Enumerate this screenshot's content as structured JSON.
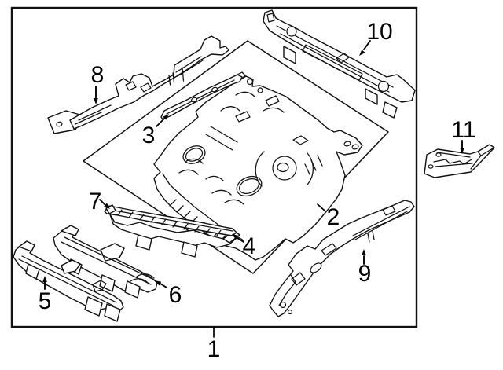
{
  "diagram": {
    "type": "parts-diagram",
    "description": "floor-pan-and-rails-exploded-line-art",
    "background_color": "#ffffff",
    "line_color": "#111111",
    "label_color": "#000000",
    "callouts": [
      {
        "label": "1"
      },
      {
        "label": "2"
      },
      {
        "label": "3"
      },
      {
        "label": "4"
      },
      {
        "label": "5"
      },
      {
        "label": "6"
      },
      {
        "label": "7"
      },
      {
        "label": "8"
      },
      {
        "label": "9"
      },
      {
        "label": "10"
      },
      {
        "label": "11"
      }
    ]
  }
}
